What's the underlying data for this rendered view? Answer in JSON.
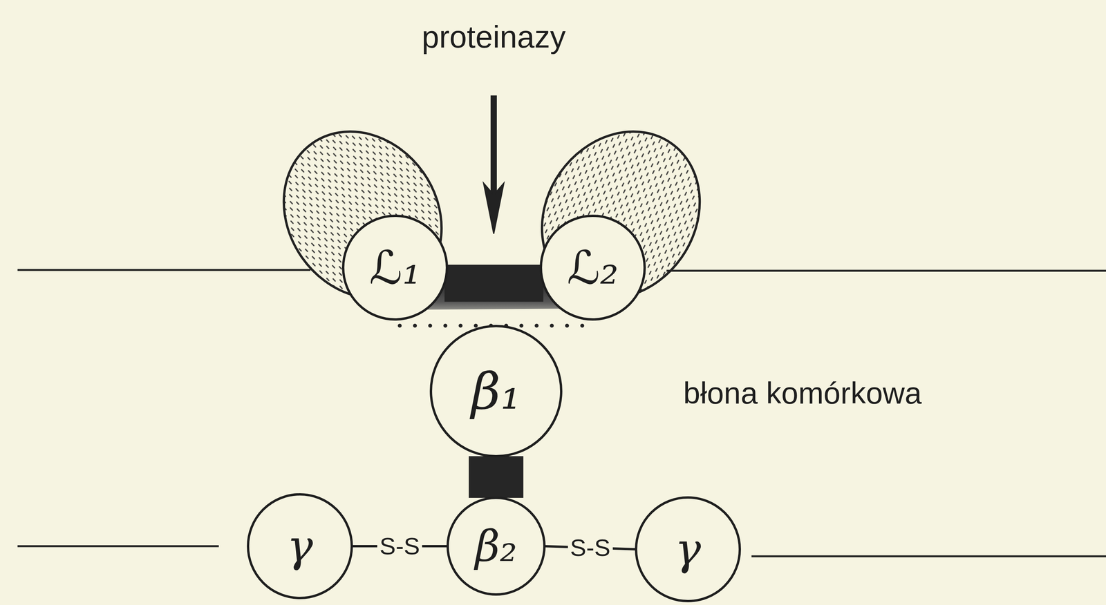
{
  "diagram": {
    "nodes": [
      {
        "text": [
          "ℒ₁"
        ]
      },
      {
        "text": [
          "ℒ₂"
        ]
      },
      {
        "text": [
          "β₁"
        ]
      },
      {
        "text": [
          "γ"
        ]
      },
      {
        "text": [
          "β₂"
        ]
      },
      {
        "text": [
          "γ"
        ]
      }
    ],
    "edges": [
      {
        "from": 0,
        "to": 1,
        "arrow": "none"
      },
      {
        "from": 2,
        "to": 4,
        "arrow": "none"
      },
      {
        "from": 3,
        "to": 4,
        "label": "S-S",
        "arrow": "none"
      },
      {
        "from": 4,
        "to": 5,
        "label": "S-S",
        "arrow": "none"
      }
    ],
    "labels": [
      "proteinazy",
      "błona komórkowa"
    ]
  }
}
